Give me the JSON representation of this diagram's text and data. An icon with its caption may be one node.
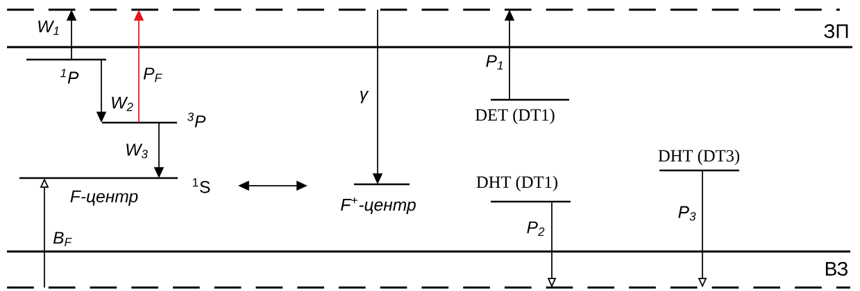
{
  "diagram": {
    "nodes": [
      {
        "text": [],
        "shape": "bar"
      },
      {
        "text": [
          "$^{1}$P"
        ]
      },
      {
        "text": [
          "$^{3}$P"
        ]
      },
      {
        "text": [
          "$^{1}$S",
          "F-центр"
        ]
      },
      {
        "text": [
          "F$^{+}$-центр"
        ]
      },
      {
        "text": [
          "DET (DT1)"
        ]
      },
      {
        "text": [
          "DHT (DT1)"
        ]
      },
      {
        "text": [
          "DHT (DT3)"
        ]
      },
      {
        "text": [],
        "shape": "bar"
      }
    ],
    "edges": [
      {
        "from": 1,
        "to": 0,
        "arrow": "to",
        "label": "W$_{1}$"
      },
      {
        "from": 2,
        "to": 0,
        "arrow": "to",
        "label": "P$_{F}$",
        "color": "#e8141c"
      },
      {
        "from": 1,
        "to": 2,
        "arrow": "to",
        "label": "W$_{2}$"
      },
      {
        "from": 2,
        "to": 3,
        "arrow": "to",
        "label": "W$_{3}$"
      },
      {
        "from": 8,
        "to": 3,
        "arrow": "to",
        "label": "B$_{F}$"
      },
      {
        "from": 0,
        "to": 4,
        "arrow": "to",
        "label": "γ"
      },
      {
        "from": 3,
        "to": 4,
        "arrow": "both"
      },
      {
        "from": 5,
        "to": 0,
        "arrow": "to",
        "label": "P$_{1}$"
      },
      {
        "from": 6,
        "to": 8,
        "arrow": "to",
        "label": "P$_{2}$"
      },
      {
        "from": 7,
        "to": 8,
        "arrow": "to",
        "label": "P$_{3}$"
      }
    ],
    "labels": [
      "ЗП",
      "ВЗ"
    ]
  }
}
